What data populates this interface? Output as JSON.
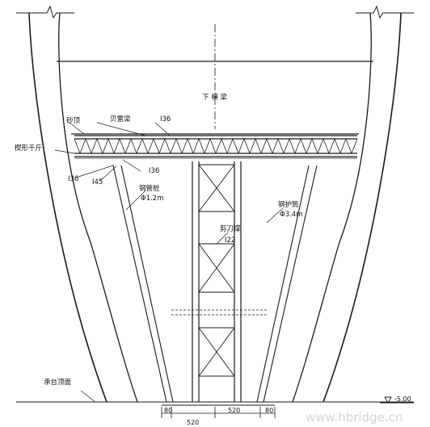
{
  "title": "下 横 梁",
  "labels": {
    "sand_box": "砂顶",
    "bailey": "贝雷梁",
    "i36_top": "I36",
    "wedge_jack": "楔形千斤",
    "i36_left": "I36",
    "i45": "I45",
    "i36_under": "I36",
    "steel_pipe": "钢管桩",
    "steel_pipe_dia": "Φ1.2m",
    "scissor": "剪刀撑",
    "i22": "I22",
    "casing": "钢护筒",
    "casing_dia": "Φ3.4m",
    "cap_top": "承台顶面"
  },
  "dimensions": {
    "d1": "80",
    "d2": "520",
    "d3": "520",
    "d4": "80"
  },
  "elevation": "-5.00",
  "watermark": "www.hbridge.cn",
  "colors": {
    "ink": "#1a1a1a",
    "bg": "#ffffff",
    "watermark": "#d6d6d6"
  }
}
